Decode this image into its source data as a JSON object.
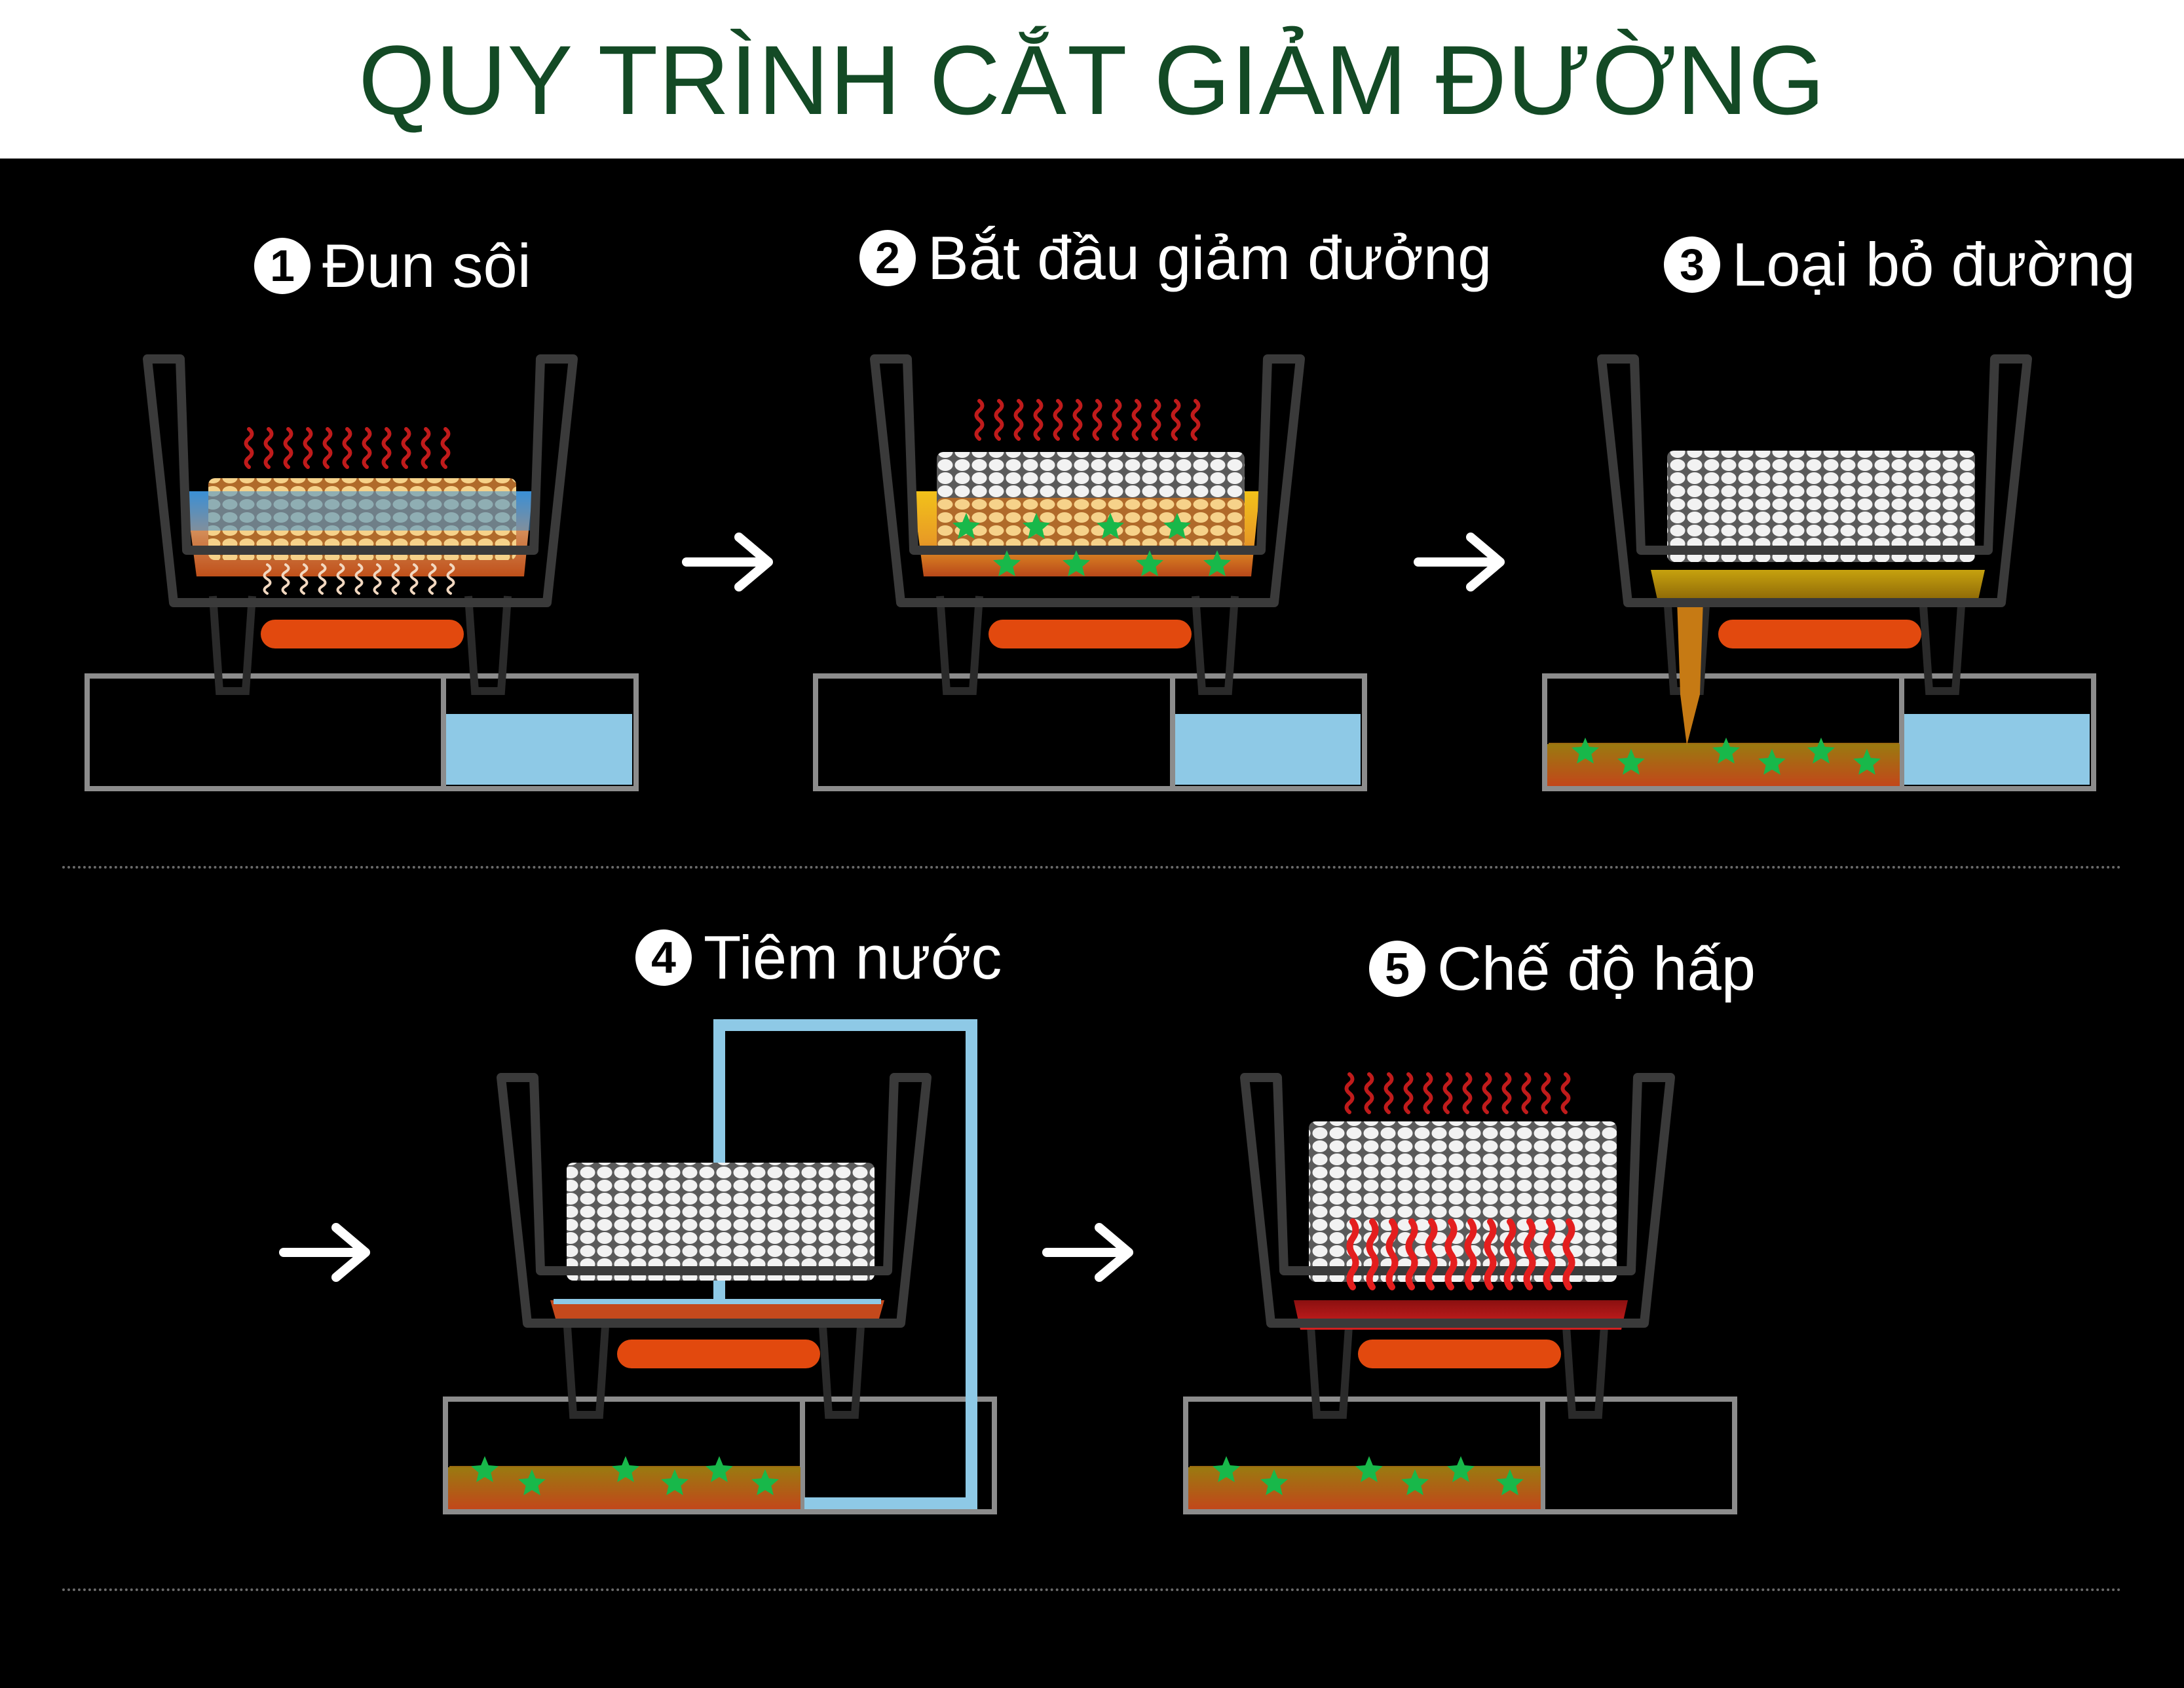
{
  "title": "QUY TRÌNH CẮT GIẢM ĐƯỜNG",
  "colors": {
    "title": "#134a25",
    "background": "#000000",
    "water": "#8ec9e6",
    "heater": "#e2490e",
    "steam": "#d61c1c",
    "sugar_liquid": "#8a6a00",
    "frame": "#8c8c8c"
  },
  "steps": [
    {
      "number": "1",
      "label": "Đun sôi"
    },
    {
      "number": "2",
      "label": "Bắt đầu giảm đưởng"
    },
    {
      "number": "3",
      "label": "Loại bỏ đường"
    },
    {
      "number": "4",
      "label": "Tiêm nước"
    },
    {
      "number": "5",
      "label": "Chế độ hấp"
    }
  ],
  "icons": {
    "arrow": "right-arrow-icon",
    "heater": "heater-icon",
    "steam": "steam-icon",
    "sugar": "sugar-particle-icon"
  }
}
